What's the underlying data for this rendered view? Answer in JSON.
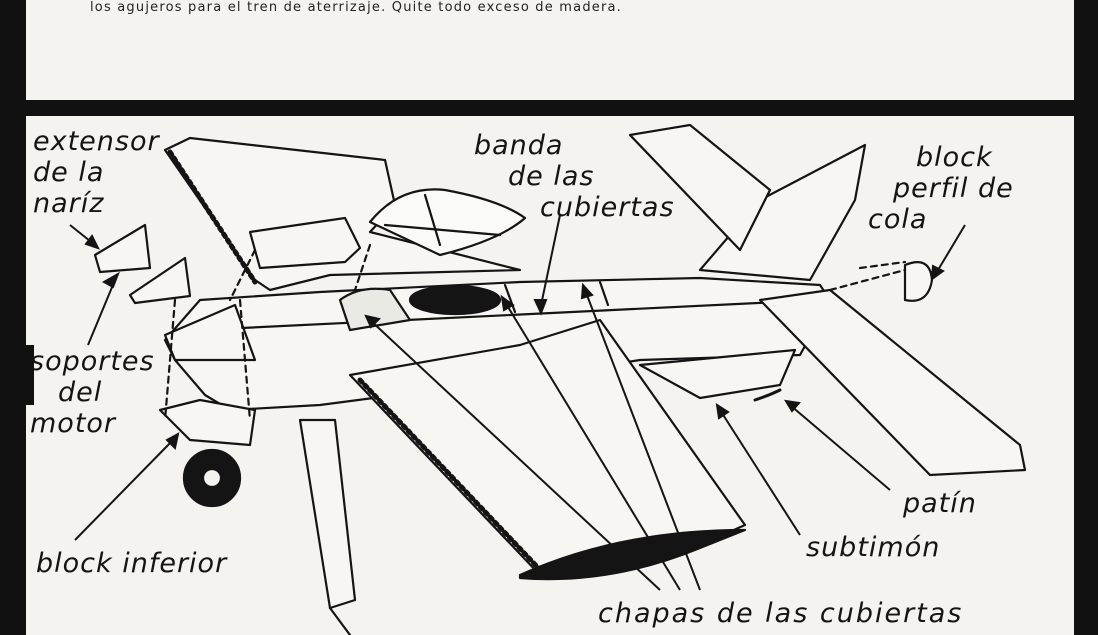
{
  "caption": {
    "top_text": "los agujeros para el tren de aterrizaje. Quite todo exceso de madera."
  },
  "labels": {
    "extensor_nariz": [
      "extensor",
      "de la",
      "naríz"
    ],
    "banda_cubiertas": [
      "banda",
      "de las",
      "cubiertas"
    ],
    "block_perfil_cola": [
      "block",
      "perfil de",
      "cola"
    ],
    "soportes_motor": [
      "soportes",
      "del",
      "motor"
    ],
    "block_inferior": "block inferior",
    "patin": "patín",
    "subtimon": "subtimón",
    "chapas_cubiertas": "chapas de las cubiertas"
  },
  "colors": {
    "ink": "#141414",
    "paper": "#f4f3ef",
    "frame": "#111111"
  }
}
